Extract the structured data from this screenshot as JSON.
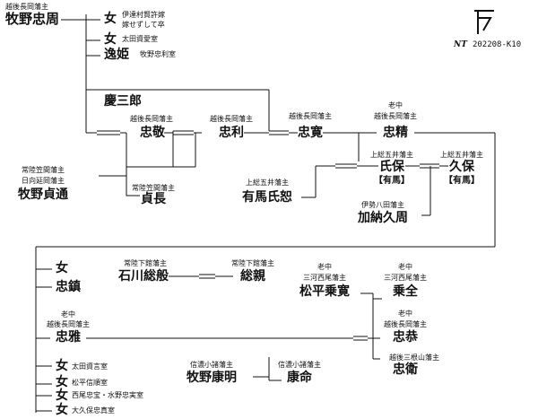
{
  "logo_text": "NT",
  "code": "202208-K10",
  "people": {
    "tadachika": {
      "title": "越後長岡藩主",
      "name": "牧野忠周"
    },
    "d1": {
      "name": "女",
      "note1": "伊達村賢許嫁",
      "note2": "嫁せずして卒"
    },
    "d2": {
      "name": "女",
      "note": "太田資愛室"
    },
    "itsuhime": {
      "name": "逸姫",
      "note": "牧野忠利室"
    },
    "keisaburo": {
      "name": "慶三郎"
    },
    "tadataka": {
      "title": "越後長岡藩主",
      "name": "忠敬"
    },
    "tadatoshi": {
      "title": "越後長岡藩主",
      "name": "忠利"
    },
    "tadahiro": {
      "title": "越後長岡藩主",
      "name": "忠寛"
    },
    "tadakiyo": {
      "title1": "老中",
      "title2": "越後長岡藩主",
      "name": "忠精"
    },
    "sadamichi": {
      "title1": "常陸笠間藩主",
      "title2": "日向延岡藩主",
      "name": "牧野貞通"
    },
    "sadanaga": {
      "title": "常陸笠間藩主",
      "name": "貞長"
    },
    "arima_ujinori": {
      "title": "上総五井藩主",
      "name": "有馬氏恕"
    },
    "ujiyasu": {
      "title": "上総五井藩主",
      "name": "氏保",
      "note": "【有馬】"
    },
    "hisayasu": {
      "title": "上総五井藩主",
      "name": "久保",
      "note": "【有馬】"
    },
    "kano": {
      "title": "伊勢八田藩主",
      "name": "加納久周"
    },
    "g1": {
      "name": "女"
    },
    "tadashige": {
      "name": "忠鎮"
    },
    "ishikawa": {
      "title": "常陸下館藩主",
      "name": "石川総般"
    },
    "fusachika": {
      "title": "常陸下館藩主",
      "name": "総親"
    },
    "matsudaira": {
      "title1": "老中",
      "title2": "三河西尾藩主",
      "name": "松平乗寛"
    },
    "norimoto": {
      "title1": "老中",
      "title2": "三河西尾藩主",
      "name": "乗全"
    },
    "tadamasa": {
      "title1": "老中",
      "title2": "越後長岡藩主",
      "name": "忠雅"
    },
    "tadayuki": {
      "title1": "老中",
      "title2": "越後長岡藩主",
      "name": "忠恭"
    },
    "tadamori": {
      "title": "越後三根山藩主",
      "name": "忠衛"
    },
    "g2": {
      "name": "女",
      "note": "太田資言室"
    },
    "g3": {
      "name": "女",
      "note": "松平信順室"
    },
    "g4": {
      "name": "女",
      "note": "西尾忠宝・水野忠実室"
    },
    "g5": {
      "name": "女",
      "note": "大久保忠真室"
    },
    "makino_yasuaki": {
      "title": "信濃小諸藩主",
      "name": "牧野康明"
    },
    "yasunori": {
      "title": "信濃小諸藩主",
      "name": "康命"
    }
  }
}
